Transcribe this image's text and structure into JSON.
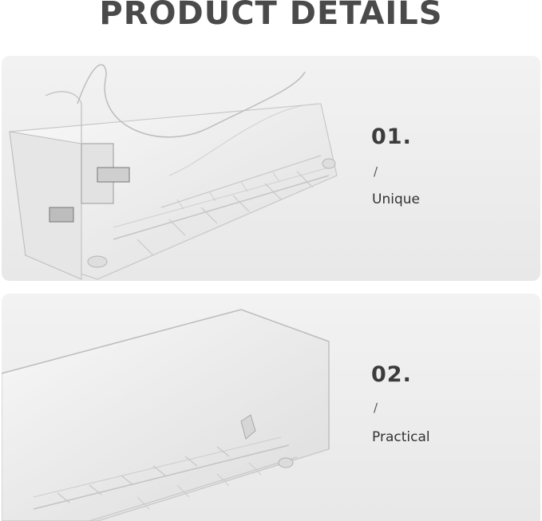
{
  "page": {
    "title": "PRODUCT DETAILS"
  },
  "features": [
    {
      "number": "01.",
      "separator": "/",
      "label": "Unique"
    },
    {
      "number": "02.",
      "separator": "/",
      "label": "Practical"
    }
  ],
  "colors": {
    "title": "#4a4a4a",
    "panel": "#eeeeee",
    "text": "#333333"
  }
}
